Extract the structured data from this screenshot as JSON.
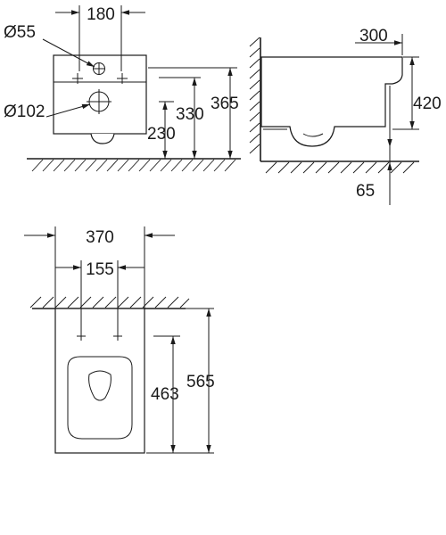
{
  "front_view": {
    "width_180": "180",
    "hole_55": "Ø55",
    "hole_102": "Ø102",
    "height_330": "330",
    "height_365": "365",
    "height_230": "230"
  },
  "side_view": {
    "depth_300": "300",
    "height_420": "420",
    "offset_65": "65"
  },
  "top_view": {
    "width_370": "370",
    "spacing_155": "155",
    "depth_463": "463",
    "depth_565": "565"
  }
}
